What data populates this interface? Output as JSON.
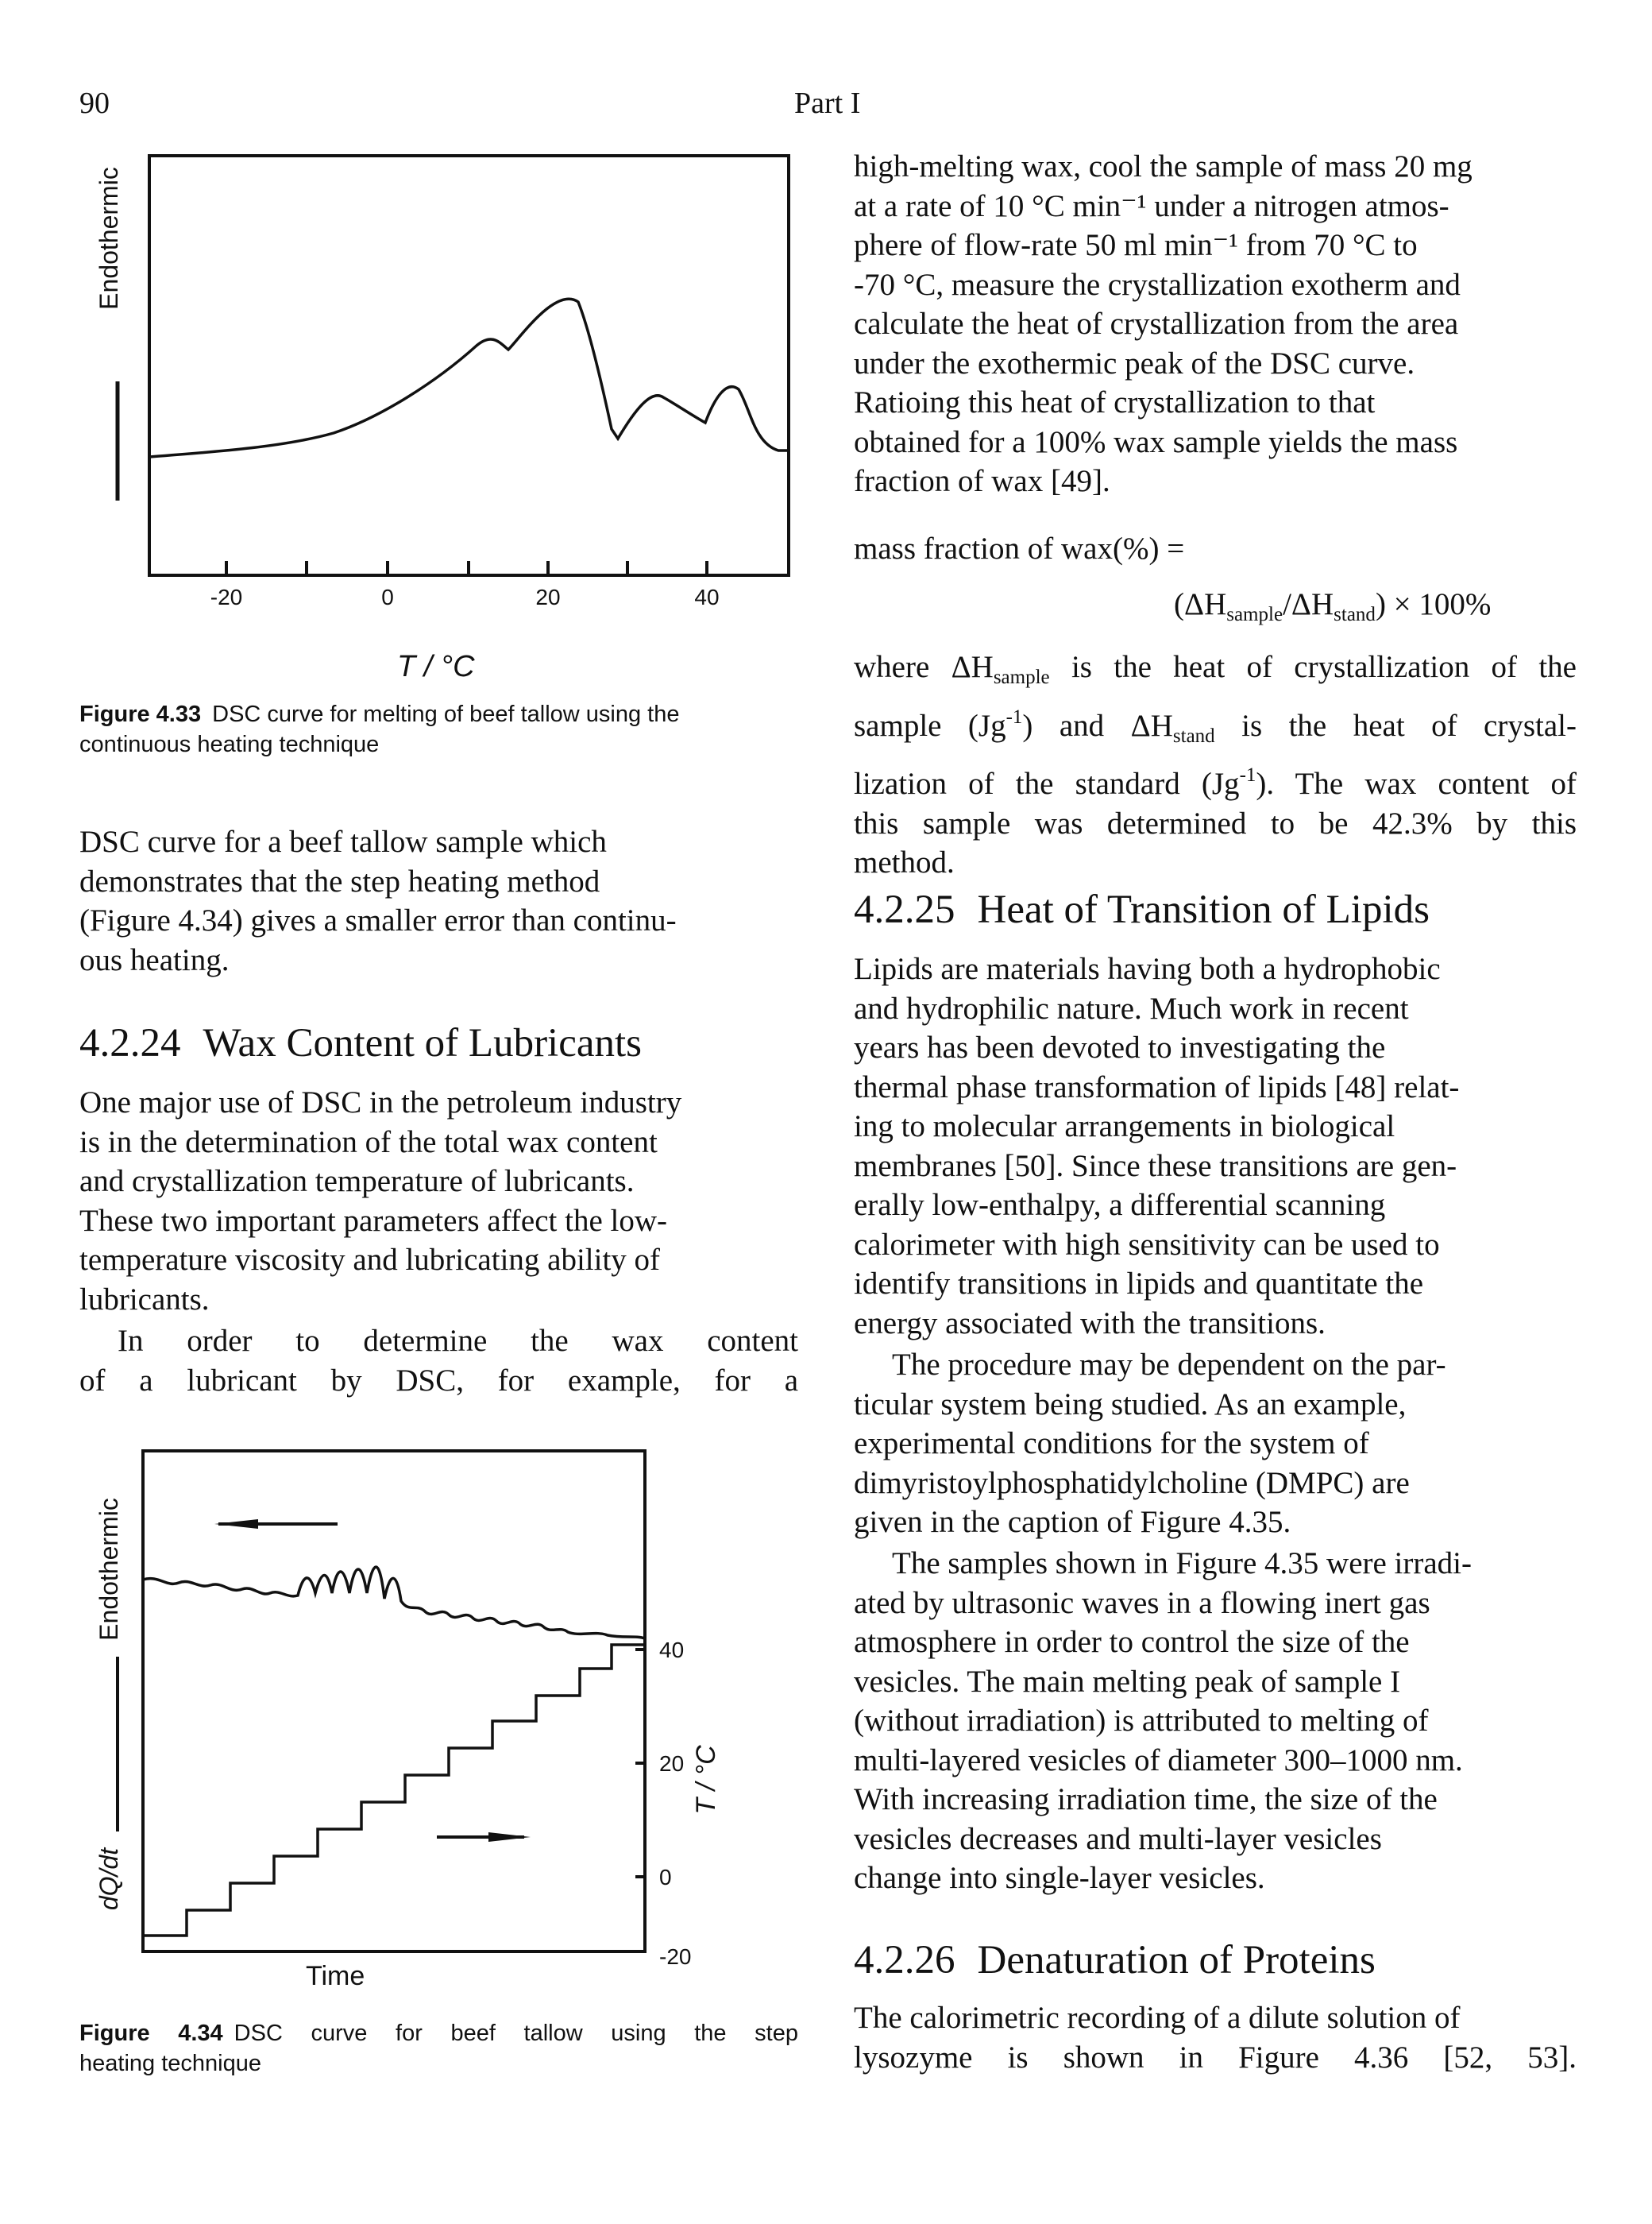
{
  "header": {
    "page_number": "90",
    "part": "Part I"
  },
  "figure_433": {
    "ylabel": "Endothermic",
    "xlabel": "T / °C",
    "x_ticks": [
      "-20",
      "0",
      "20",
      "40"
    ],
    "caption_label": "Figure 4.33",
    "caption_line1": "DSC curve for melting of beef tallow using the",
    "caption_line2": "continuous heating technique"
  },
  "left_column": {
    "para1_lines": [
      "DSC curve for a beef tallow sample which",
      "demonstrates that the step heating method",
      "(Figure 4.34) gives a smaller error than continu-",
      "ous heating."
    ],
    "section_424_number": "4.2.24",
    "section_424_title": "Wax Content of Lubricants",
    "para2_lines": [
      "One major use of DSC in the petroleum industry",
      "is in the determination of the total wax content",
      "and crystallization temperature of lubricants.",
      "These two important parameters affect the low-",
      "temperature viscosity and lubricating ability of",
      "lubricants."
    ],
    "para3_lines": [
      "In order to determine the wax content",
      "of a lubricant by DSC, for example, for a"
    ]
  },
  "figure_434": {
    "ylabel_top": "Endothermic",
    "ylabel_bottom": "dQ/dt",
    "right_ticks": [
      "40",
      "20",
      "0",
      "-20"
    ],
    "right_label": "T / °C",
    "xlabel": "Time",
    "caption_label": "Figure 4.34",
    "caption_line1": "DSC curve for beef tallow using the step",
    "caption_line2": "heating technique"
  },
  "right_column": {
    "para1_lines": [
      "high-melting wax, cool the sample of mass 20 mg",
      "at a rate of 10 °C min⁻¹ under a nitrogen atmos-",
      "phere of flow-rate 50 ml min⁻¹ from 70 °C to",
      "-70 °C, measure the crystallization exotherm and",
      "calculate the heat of crystallization from the area",
      "under the exothermic peak of the DSC curve.",
      "Ratioing this heat of crystallization to that",
      "obtained for a 100% wax sample yields the mass",
      "fraction of wax [49]."
    ],
    "equation_lhs": "mass fraction of wax(%) =",
    "equation_rhs_pre": "(ΔH",
    "equation_rhs_sub1": "sample",
    "equation_rhs_mid": "/ΔH",
    "equation_rhs_sub2": "stand",
    "equation_rhs_post": ") × 100%",
    "para2_l1_pre": "where ΔH",
    "para2_l1_sub": "sample",
    "para2_l1_post": " is the heat of crystallization of the",
    "para2_l2_pre": "sample (Jg",
    "para2_l2_sup": "-1",
    "para2_l2_mid": ") and ΔH",
    "para2_l2_sub": "stand",
    "para2_l2_post": " is the heat of crystal-",
    "para2_l3_pre": "lization of the standard (Jg",
    "para2_l3_sup": "-1",
    "para2_l3_post": "). The wax content of",
    "para2_l4": "this sample was determined to be 42.3% by this",
    "para2_l5": "method.",
    "section_425_number": "4.2.25",
    "section_425_title": "Heat of Transition of Lipids",
    "para3_lines": [
      "Lipids are materials having both a hydrophobic",
      "and hydrophilic nature. Much work in recent",
      "years has been devoted to investigating the",
      "thermal phase transformation of lipids [48] relat-",
      "ing to molecular arrangements in biological",
      "membranes [50]. Since these transitions are gen-",
      "erally low-enthalpy, a differential scanning",
      "calorimeter with high sensitivity can be used to",
      "identify transitions in lipids and quantitate the",
      "energy associated with the transitions."
    ],
    "para4_lines": [
      "The procedure may be dependent on the par-",
      "ticular system being studied. As an example,",
      "experimental conditions for the system of",
      "dimyristoylphosphatidylcholine (DMPC) are",
      "given in the caption of Figure 4.35."
    ],
    "para5_lines": [
      "The samples shown in Figure 4.35 were irradi-",
      "ated by ultrasonic waves in a flowing inert gas",
      "atmosphere in order to control the size of the",
      "vesicles. The main melting peak of sample I",
      "(without irradiation) is attributed to melting of",
      "multi-layered vesicles of diameter 300–1000 nm.",
      "With increasing irradiation time, the size of the",
      "vesicles decreases and multi-layer vesicles",
      "change into single-layer vesicles."
    ],
    "section_426_number": "4.2.26",
    "section_426_title": "Denaturation of Proteins",
    "para6_lines": [
      "The calorimetric recording of a dilute solution of",
      "lysozyme is shown in Figure 4.36 [52, 53]."
    ]
  }
}
